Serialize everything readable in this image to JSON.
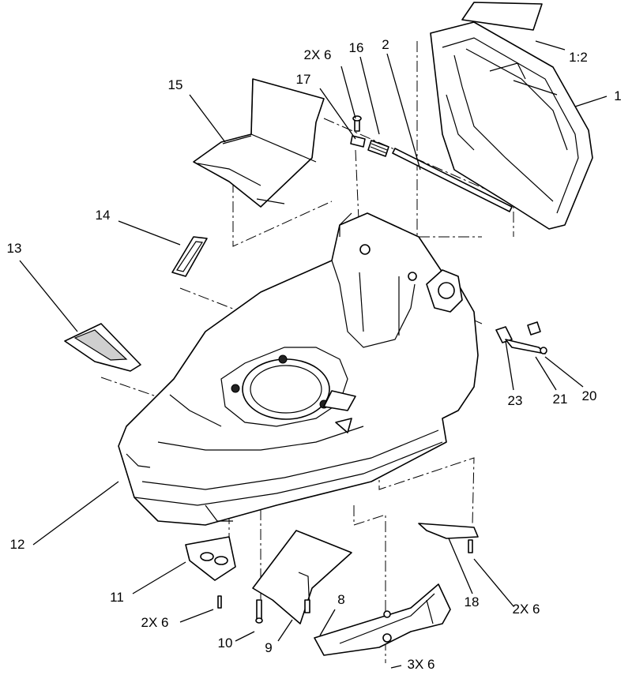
{
  "callouts": {
    "c1": "1",
    "c1_2": "1:2",
    "c2": "2",
    "c2x6_top": "2X 6",
    "c16": "16",
    "c17": "17",
    "c15": "15",
    "c14": "14",
    "c13": "13",
    "c23": "23",
    "c21": "21",
    "c20": "20",
    "c12": "12",
    "c11": "11",
    "c2x6_left": "2X 6",
    "c10": "10",
    "c9": "9",
    "c8": "8",
    "c18": "18",
    "c2x6_right": "2X 6",
    "c3x6": "3X 6"
  }
}
